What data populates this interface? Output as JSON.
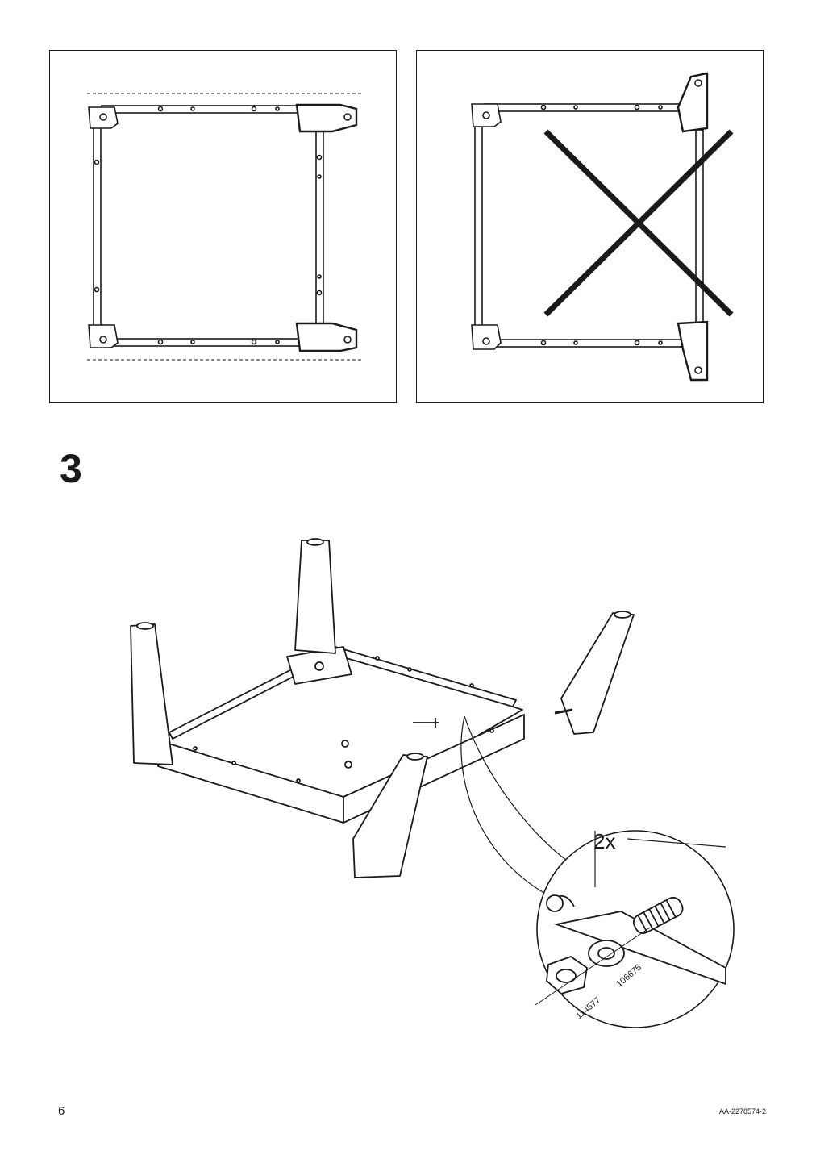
{
  "step": {
    "number": "3"
  },
  "callout": {
    "quantity": "2x",
    "part_nut": "114577",
    "part_washer": "106675"
  },
  "footer": {
    "page_number": "6",
    "document_id": "AA-2278574-2"
  }
}
